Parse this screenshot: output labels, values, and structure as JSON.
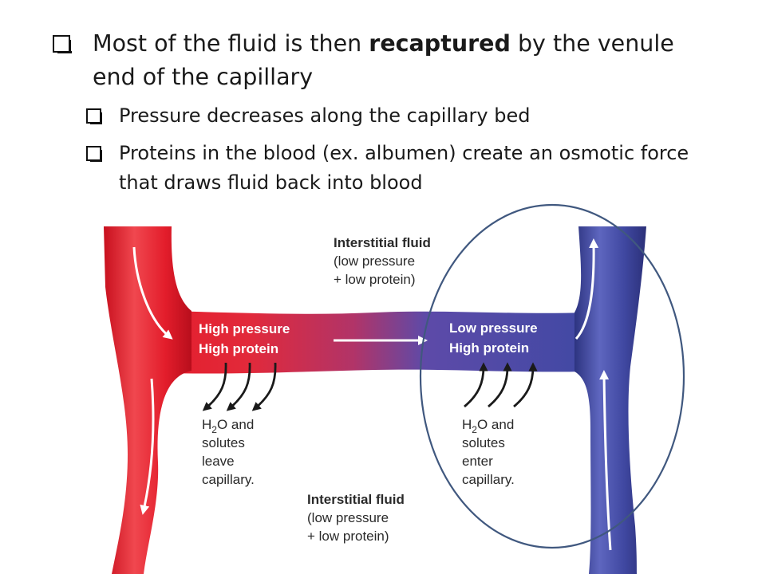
{
  "bullets": {
    "main": {
      "text_before": "Most of the fluid is then ",
      "text_bold": "recaptured",
      "text_after": " by the venule end of the capillary"
    },
    "sub1": "Pressure decreases along the capillary bed",
    "sub2": "Proteins in the blood (ex. albumen) create an osmotic force that draws fluid back into blood"
  },
  "diagram": {
    "top_fluid": {
      "title": "Interstitial fluid",
      "line1": "(low pressure",
      "line2": "+ low protein)"
    },
    "bottom_fluid": {
      "title": "Interstitial fluid",
      "line1": "(low pressure",
      "line2": "+ low protein)"
    },
    "arterial": {
      "line1": "High pressure",
      "line2": "High protein"
    },
    "venous": {
      "line1": "Low pressure",
      "line2": "High protein"
    },
    "leave": {
      "h": "H",
      "sub": "2",
      "o": "O and",
      "line2": "solutes",
      "line3": "leave",
      "line4": "capillary."
    },
    "enter": {
      "h": "H",
      "sub": "2",
      "o": "O and",
      "line2": "solutes",
      "line3": "enter",
      "line4": "capillary."
    },
    "colors": {
      "artery": "#e41f2d",
      "vein": "#3f47a0",
      "circle": "#40587f"
    }
  }
}
